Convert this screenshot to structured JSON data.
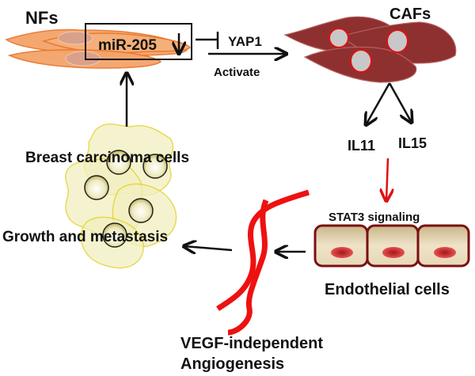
{
  "labels": {
    "nfs": "NFs",
    "mir205": "miR-205",
    "yap1": "YAP1",
    "activate": "Activate",
    "cafs": "CAFs",
    "il11": "IL11",
    "il15": "IL15",
    "stat3": "STAT3 signaling",
    "endothelial": "Endothelial cells",
    "breast": "Breast carcinoma cells",
    "growth": "Growth and metastasis",
    "vegf_line1": "VEGF-independent",
    "vegf_line2": "Angiogenesis"
  },
  "colors": {
    "nf_cell": "#f4a46a",
    "nf_outline": "#e8782e",
    "caf_cell": "#8e3030",
    "caf_nucleus": "#c8c8c8",
    "caf_nucleus_ring": "#e01010",
    "tumor_fill": "#f2efc0",
    "tumor_outline": "#e0d020",
    "vessel": "#ee1111",
    "signal_arrow": "#e01010",
    "endo_fill": "#e2d3b0",
    "endo_outline": "#7a1010",
    "endo_nucleus": "#e04040"
  }
}
